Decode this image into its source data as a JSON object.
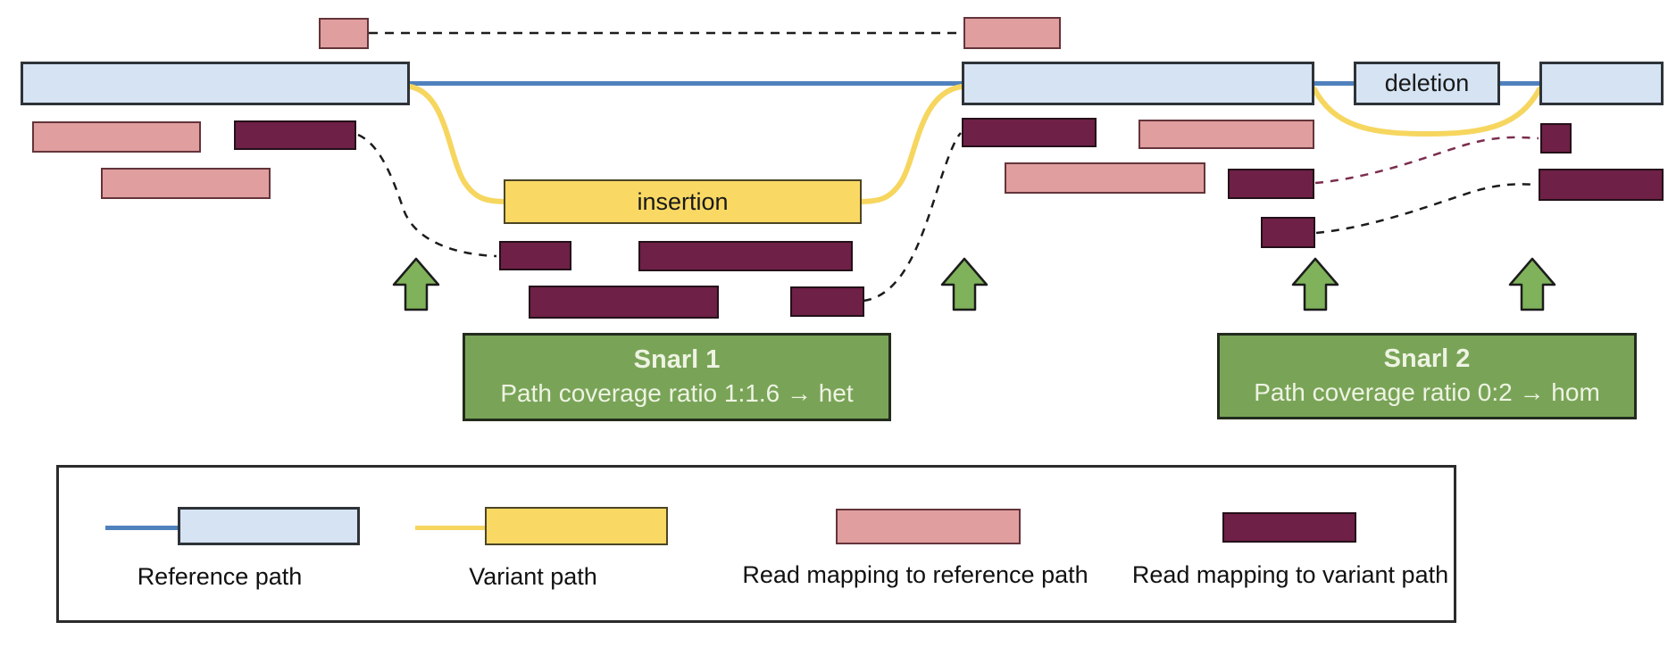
{
  "nodes": {
    "insertion": "insertion",
    "deletion": "deletion"
  },
  "snarls": [
    {
      "title": "Snarl 1",
      "detail": "Path coverage ratio 1:1.6 → het"
    },
    {
      "title": "Snarl 2",
      "detail": "Path coverage ratio 0:2 → hom"
    }
  ],
  "legend": {
    "items": [
      {
        "label": "Reference path",
        "swatch": "reference-path"
      },
      {
        "label": "Variant path",
        "swatch": "variant-path"
      },
      {
        "label": "Read mapping to reference path",
        "swatch": "read-mapping-reference"
      },
      {
        "label": "Read mapping to variant path",
        "swatch": "read-mapping-variant"
      }
    ]
  },
  "icons": {
    "snarl_boundary": "up-arrow-icon"
  },
  "palette": {
    "reference_node_fill": "#d5e3f3",
    "reference_line": "#4f81bd",
    "variant_node_fill": "#f9d964",
    "variant_line": "#f6d65f",
    "read_reference_fill": "#e09e9f",
    "read_variant_fill": "#6e2046",
    "snarl_box_green": "#79a457",
    "arrow_green": "#7fb25a",
    "dashed_connector_black": "#1c1c1c",
    "dashed_connector_maroon": "#7b2d4e"
  }
}
